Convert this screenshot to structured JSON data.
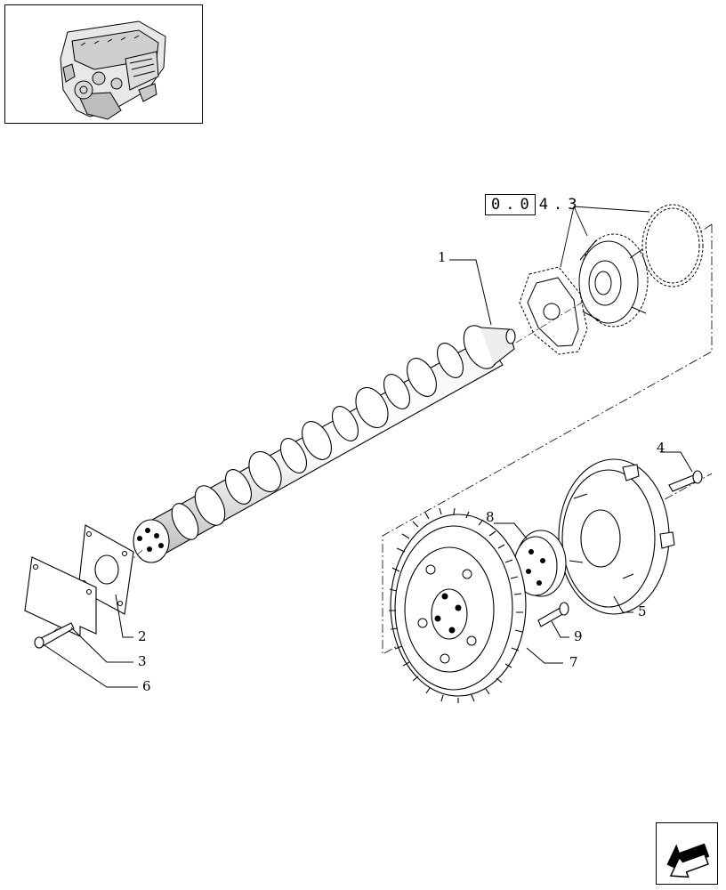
{
  "thumbnail": {
    "icon": "engine-thumbnail-icon"
  },
  "reference": {
    "boxed_code": "0.0",
    "tail_code": "4.3"
  },
  "callouts": {
    "c1": "1",
    "c2": "2",
    "c3": "3",
    "c4": "4",
    "c5": "5",
    "c6": "6",
    "c7": "7",
    "c8": "8",
    "c9": "9"
  },
  "navigation": {
    "icon": "next-page-arrow-icon"
  }
}
